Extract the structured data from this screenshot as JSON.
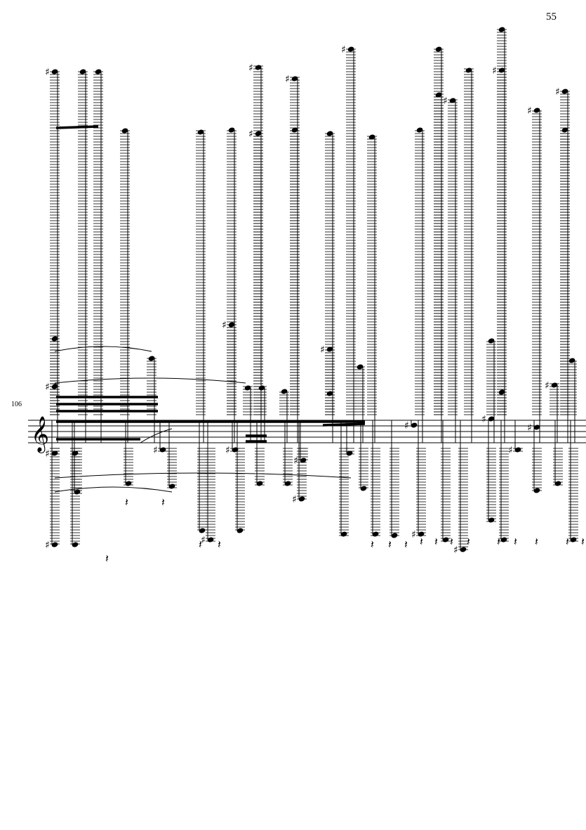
{
  "page": {
    "number": "55"
  },
  "system": {
    "measure_number": "106",
    "clef": "treble"
  }
}
